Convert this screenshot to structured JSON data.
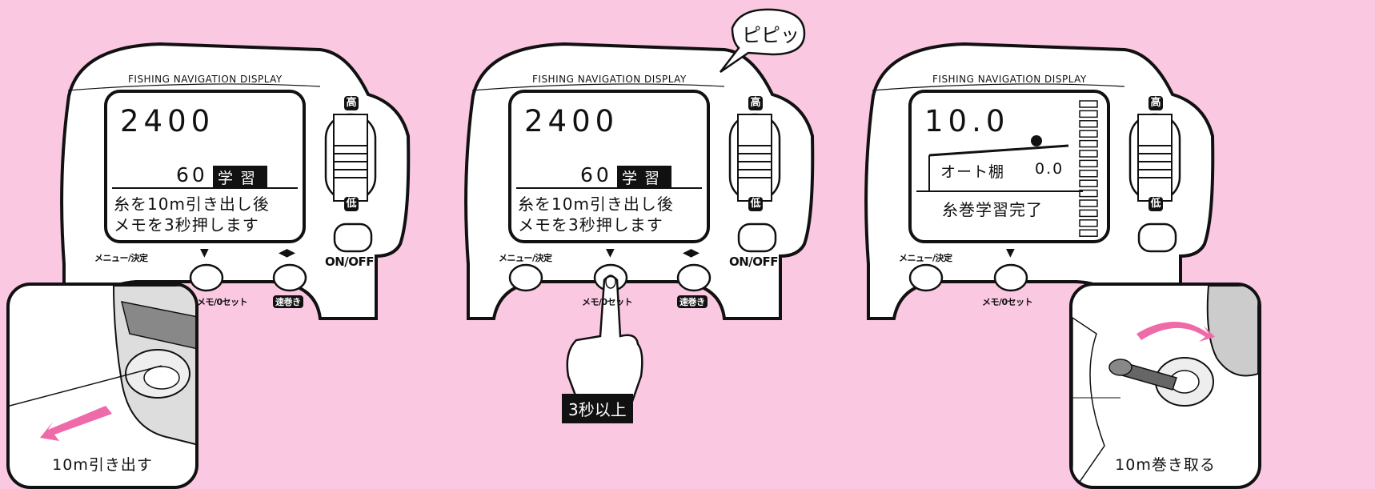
{
  "device_title": "FISHING NAVIGATION DISPLAY",
  "buttons": {
    "menu": "メニュー/決定",
    "memo": "メモ/0セット",
    "speed": "速巻き",
    "power": "ON/OFF",
    "down_arrow": "▼",
    "lr_arrow": "◀▶"
  },
  "gauge": {
    "high": "高",
    "low": "低"
  },
  "panel1": {
    "lcd_top": "2400",
    "lcd_depth": "60",
    "lcd_mode": "学習",
    "lcd_line1": "糸を10m引き出し後",
    "lcd_line2": "メモを3秒押します",
    "inset_caption": "10m引き出す"
  },
  "panel2": {
    "lcd_top": "2400",
    "lcd_depth": "60",
    "lcd_mode": "学習",
    "lcd_line1": "糸を10m引き出し後",
    "lcd_line2": "メモを3秒押します",
    "sound": "ピピッ",
    "hold_label": "3秒以上"
  },
  "panel3": {
    "lcd_top": "10.0",
    "auto_label": "オート棚",
    "auto_value": "0.0",
    "status": "糸巻学習完了",
    "inset_caption": "10m巻き取る"
  }
}
